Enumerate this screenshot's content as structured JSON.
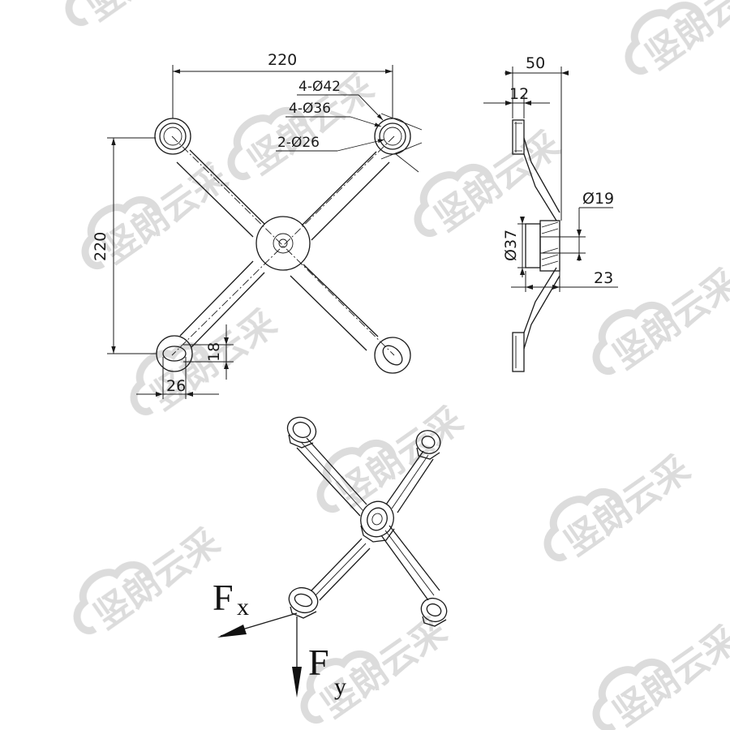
{
  "top_view": {
    "width_dim": "220",
    "height_dim": "220",
    "hole_outer_callout": "4-Ø42",
    "hole_mid_callout": "4-Ø36",
    "hole_inner_callout": "2-Ø26",
    "slot_width_dim": "26",
    "slot_height_dim": "18"
  },
  "side_view": {
    "depth_dim": "50",
    "plate_dim": "12",
    "bolt_dim": "Ø19",
    "boss_dim": "Ø37",
    "boss_height_dim": "23"
  },
  "iso_view": {
    "force_x_main": "F",
    "force_x_sub": "x",
    "force_y_main": "F",
    "force_y_sub": "y"
  },
  "watermark": {
    "text": "竖朗云采"
  }
}
